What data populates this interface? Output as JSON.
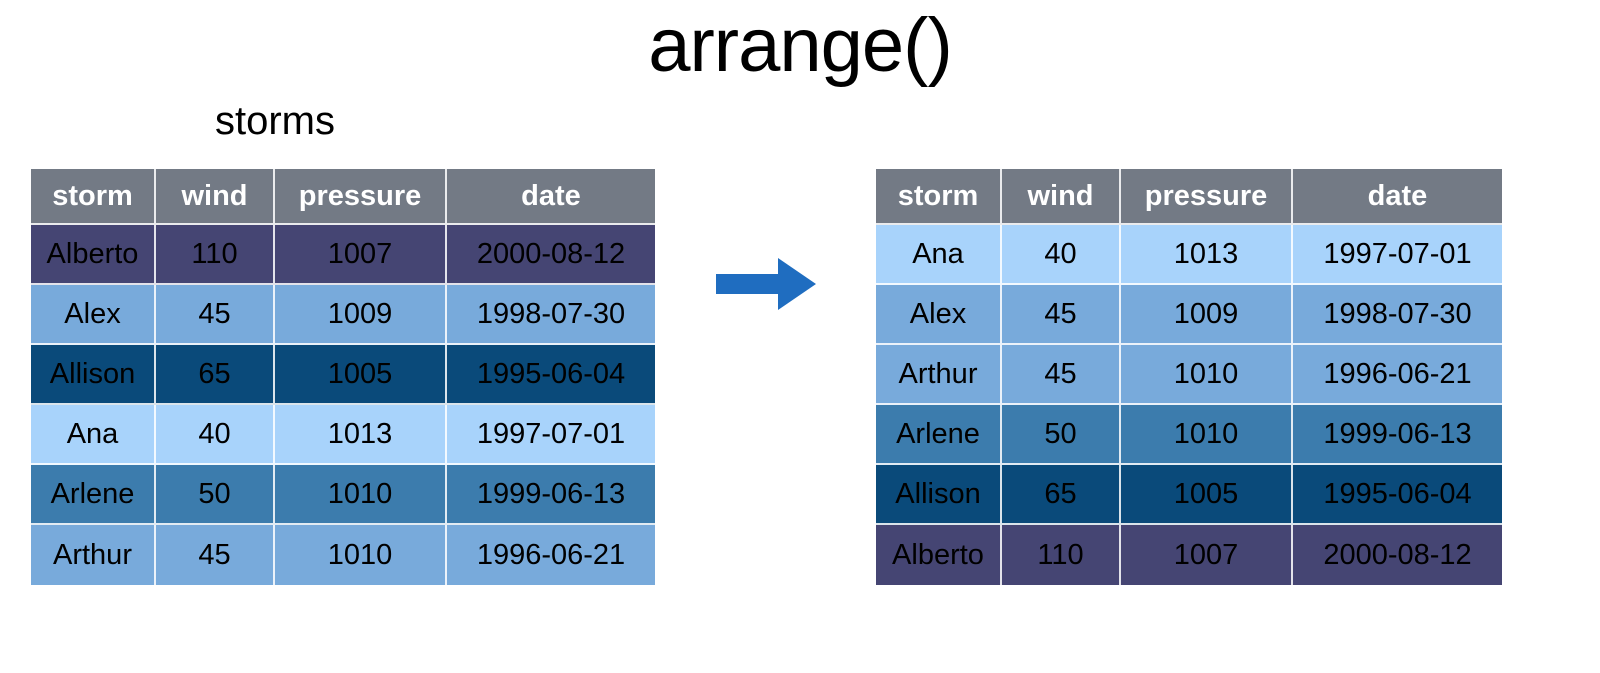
{
  "title": "arrange()",
  "colors": {
    "header_gray": "#737a85",
    "arrow_blue": "#1f6dc0",
    "background": "#ffffff",
    "row_purple": "#454573",
    "row_navy": "#0a4a7a",
    "row_steel": "#3c7cad",
    "row_blue": "#78aadb",
    "row_lightblue": "#a8d3fb"
  },
  "arrow": {
    "icon": "right-arrow-icon",
    "direction": "right",
    "color": "#1f6dc0"
  },
  "tables": {
    "source": {
      "caption": "storms",
      "columns": [
        "storm",
        "wind",
        "pressure",
        "date"
      ],
      "rows": [
        {
          "storm": "Alberto",
          "wind": "110",
          "pressure": "1007",
          "date": "2000-08-12",
          "color": "#454573"
        },
        {
          "storm": "Alex",
          "wind": "45",
          "pressure": "1009",
          "date": "1998-07-30",
          "color": "#78aadb"
        },
        {
          "storm": "Allison",
          "wind": "65",
          "pressure": "1005",
          "date": "1995-06-04",
          "color": "#0a4a7a"
        },
        {
          "storm": "Ana",
          "wind": "40",
          "pressure": "1013",
          "date": "1997-07-01",
          "color": "#a8d3fb"
        },
        {
          "storm": "Arlene",
          "wind": "50",
          "pressure": "1010",
          "date": "1999-06-13",
          "color": "#3c7cad"
        },
        {
          "storm": "Arthur",
          "wind": "45",
          "pressure": "1010",
          "date": "1996-06-21",
          "color": "#78aadb"
        }
      ]
    },
    "result": {
      "caption": "",
      "columns": [
        "storm",
        "wind",
        "pressure",
        "date"
      ],
      "rows": [
        {
          "storm": "Ana",
          "wind": "40",
          "pressure": "1013",
          "date": "1997-07-01",
          "color": "#a8d3fb"
        },
        {
          "storm": "Alex",
          "wind": "45",
          "pressure": "1009",
          "date": "1998-07-30",
          "color": "#78aadb"
        },
        {
          "storm": "Arthur",
          "wind": "45",
          "pressure": "1010",
          "date": "1996-06-21",
          "color": "#78aadb"
        },
        {
          "storm": "Arlene",
          "wind": "50",
          "pressure": "1010",
          "date": "1999-06-13",
          "color": "#3c7cad"
        },
        {
          "storm": "Allison",
          "wind": "65",
          "pressure": "1005",
          "date": "1995-06-04",
          "color": "#0a4a7a"
        },
        {
          "storm": "Alberto",
          "wind": "110",
          "pressure": "1007",
          "date": "2000-08-12",
          "color": "#454573"
        }
      ]
    }
  }
}
